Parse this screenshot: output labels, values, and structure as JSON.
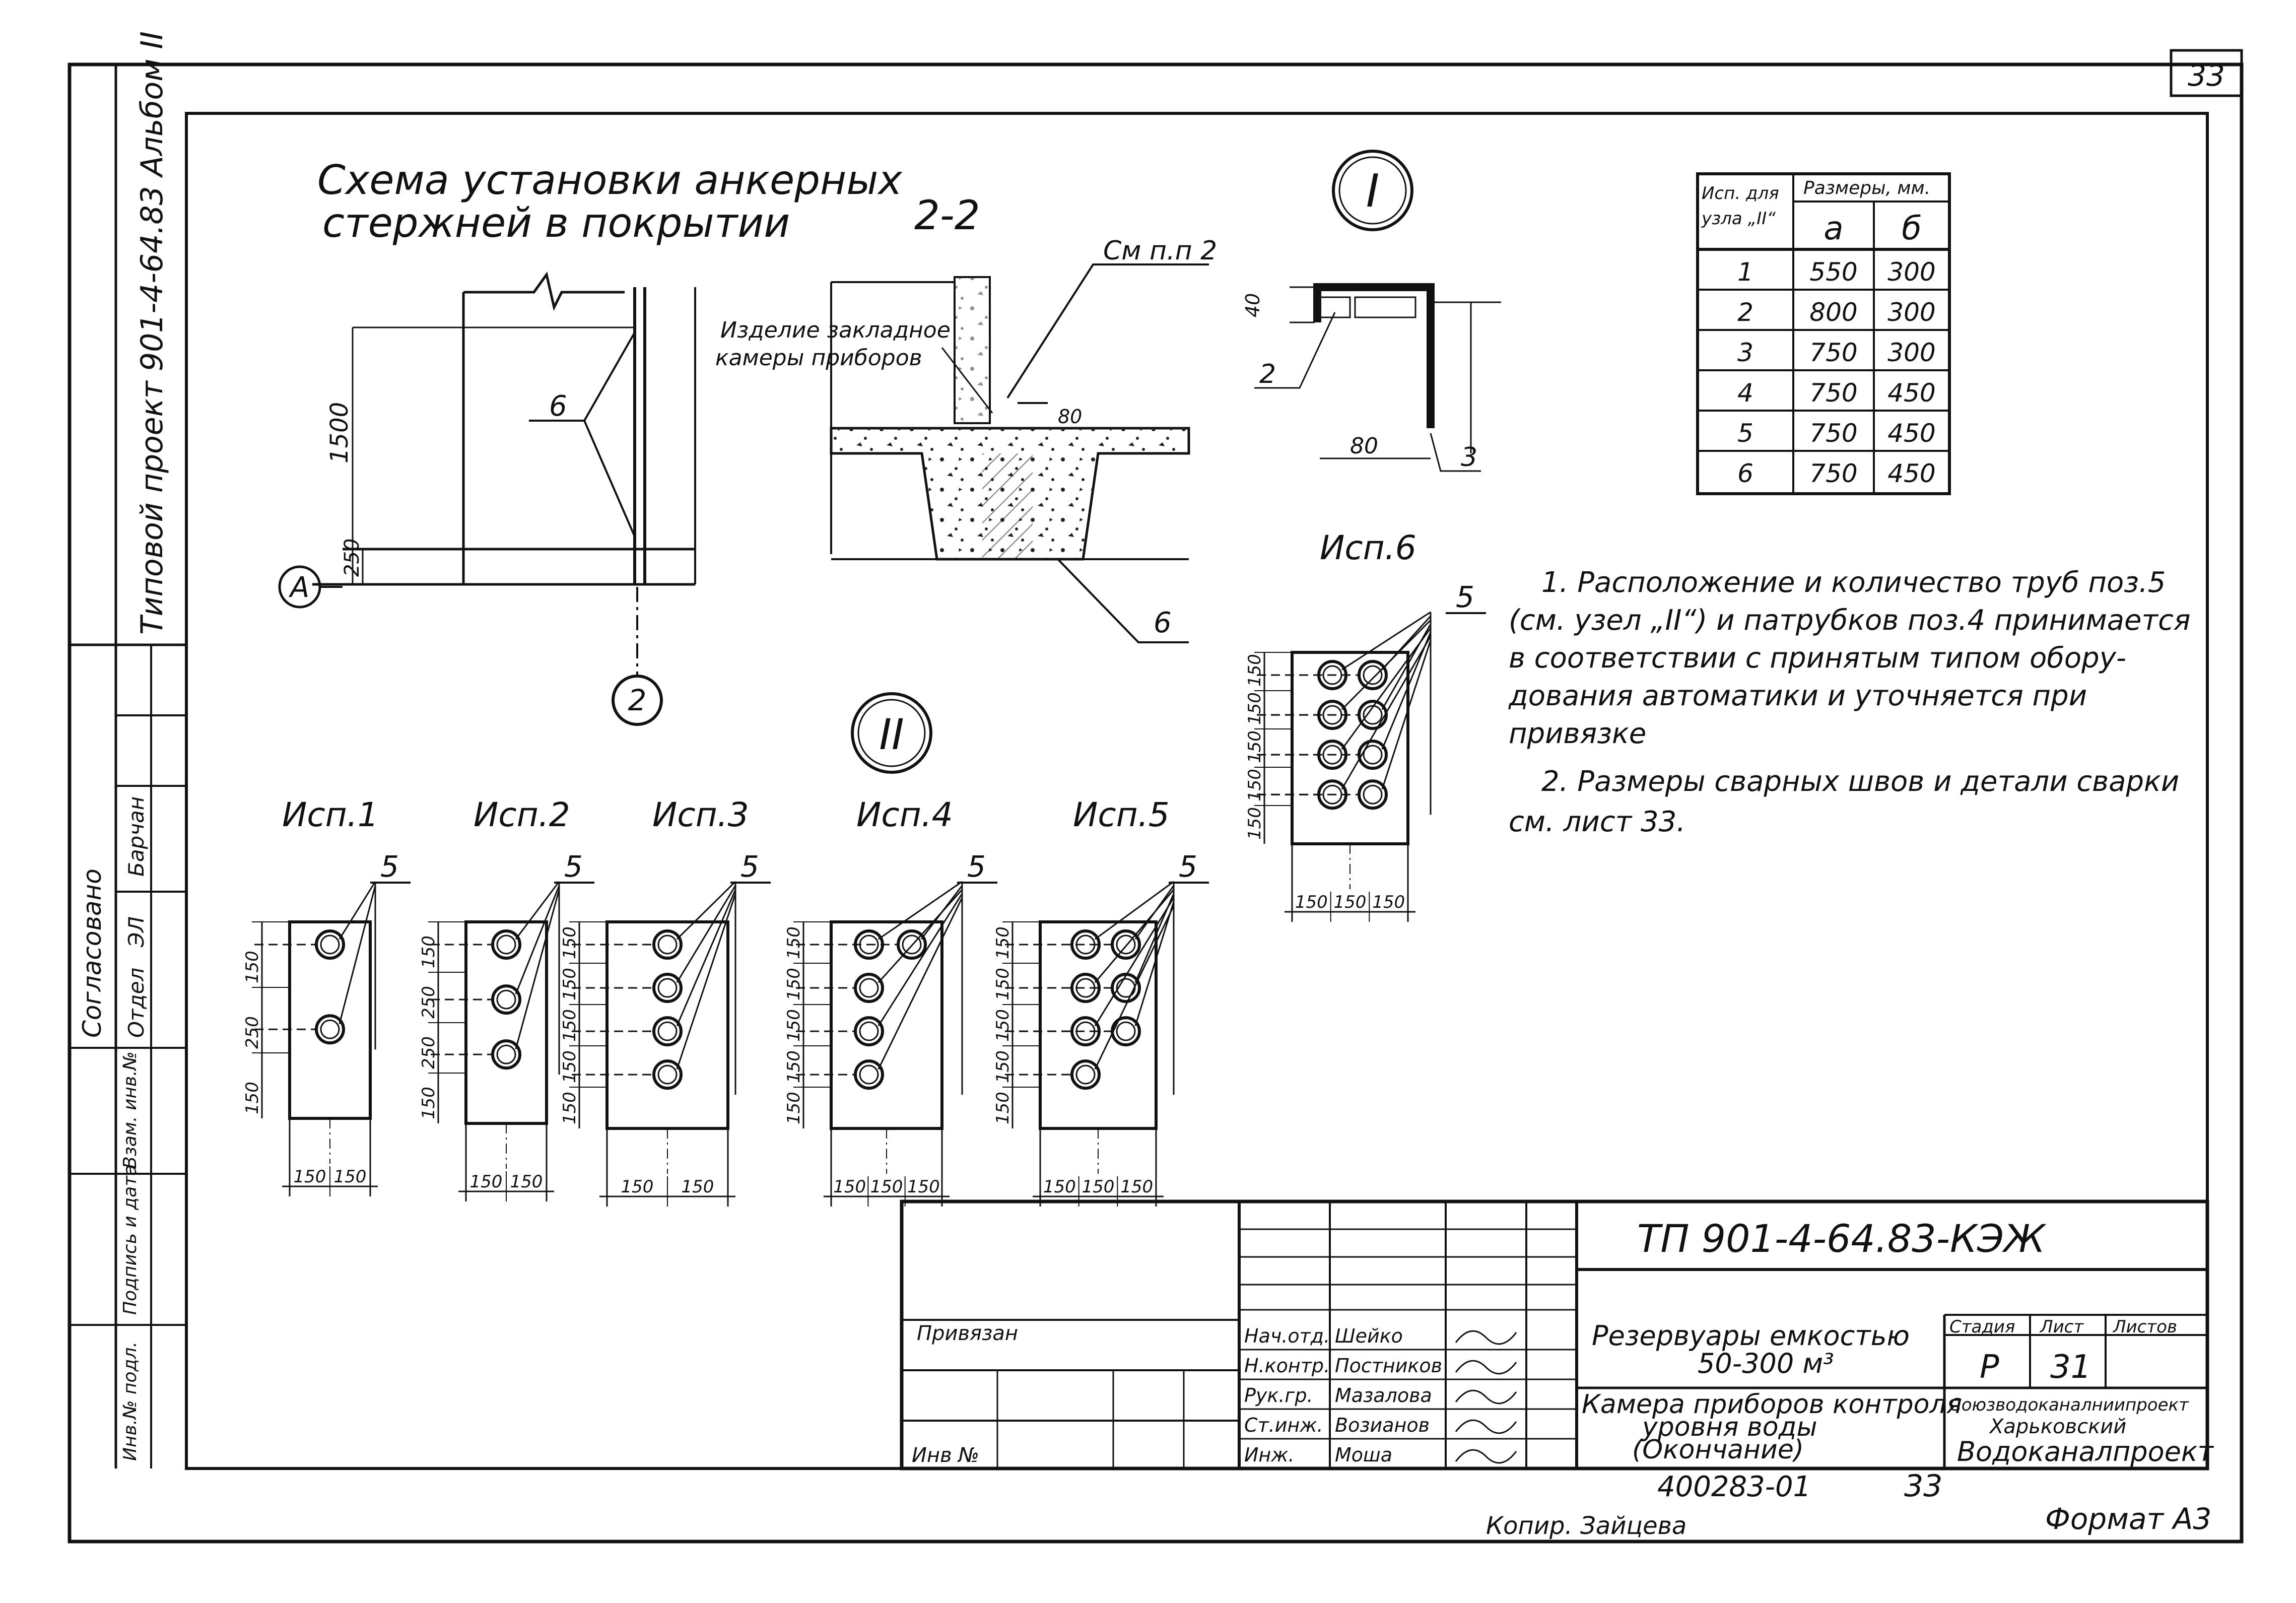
{
  "sheet": {
    "page_number": "33",
    "side_label": "Типовой проект 901-4-64.83 Альбом II",
    "copy_note": "Копир. Зайцева",
    "format": "Формат А3",
    "doc_code": "400283-01",
    "doc_code_num": "33"
  },
  "scheme": {
    "title_line1": "Схема установки анкерных",
    "title_line2": "стержней в покрытии",
    "dim_1500": "1500",
    "dim_250": "250",
    "label_6": "6",
    "axis_a": "А",
    "axis_2": "2"
  },
  "section22": {
    "title": "2-2",
    "note_ref": "См п.п 2",
    "embed_line1": "Изделие закладное",
    "embed_line2": "камеры приборов",
    "dim_80": "80",
    "label_6": "6"
  },
  "node1": {
    "label": "I",
    "dim_40": "40",
    "dim_80": "80",
    "pos_2": "2",
    "pos_3": "3"
  },
  "node2": {
    "label": "II"
  },
  "sizes_table": {
    "header_col1_line1": "Исп. для",
    "header_col1_line2": "узла „II“",
    "header_group": "Размеры, мм.",
    "header_a": "а",
    "header_b": "б",
    "rows": [
      {
        "isp": "1",
        "a": "550",
        "b": "300"
      },
      {
        "isp": "2",
        "a": "800",
        "b": "300"
      },
      {
        "isp": "3",
        "a": "750",
        "b": "300"
      },
      {
        "isp": "4",
        "a": "750",
        "b": "450"
      },
      {
        "isp": "5",
        "a": "750",
        "b": "450"
      },
      {
        "isp": "6",
        "a": "750",
        "b": "450"
      }
    ]
  },
  "variants": {
    "pos_label": "5",
    "isp1": {
      "title": "Исп.1",
      "vdims": [
        "150",
        "250",
        "150"
      ],
      "hdims": [
        "150",
        "150"
      ]
    },
    "isp2": {
      "title": "Исп.2",
      "vdims": [
        "150",
        "250",
        "250",
        "150"
      ],
      "hdims": [
        "150",
        "150"
      ]
    },
    "isp3": {
      "title": "Исп.3",
      "vdims": [
        "150",
        "150",
        "150",
        "150",
        "150"
      ],
      "hdims": [
        "150",
        "150"
      ]
    },
    "isp4": {
      "title": "Исп.4",
      "vdims": [
        "150",
        "150",
        "150",
        "150",
        "150"
      ],
      "hdims": [
        "150",
        "150",
        "150"
      ]
    },
    "isp5": {
      "title": "Исп.5",
      "vdims": [
        "150",
        "150",
        "150",
        "150",
        "150"
      ],
      "hdims": [
        "150",
        "150",
        "150"
      ]
    },
    "isp6": {
      "title": "Исп.6",
      "vdims": [
        "150",
        "150",
        "150",
        "150",
        "150"
      ],
      "hdims": [
        "150",
        "150",
        "150"
      ]
    }
  },
  "notes": {
    "n1_line1": "1. Расположение и количество труб поз.5",
    "n1_line2": "(см. узел „II“) и патрубков поз.4  принимается",
    "n1_line3": "в соответствии с принятым типом обору-",
    "n1_line4": "дования автоматики и уточняется  при",
    "n1_line5": "привязке",
    "n2_line1": "2. Размеры сварных швов и детали сварки",
    "n2_line2": "см. лист 33."
  },
  "left_strip": {
    "agreed": "Согласовано",
    "dept": "Отдел",
    "dept_val": "ЭЛ",
    "name": "Барчан",
    "inv_orig": "Инв.№ подл.",
    "sign_date": "Подпись и дата",
    "inv_replace": "Взам. инв.№"
  },
  "title_block": {
    "code": "ТП 901-4-64.83-КЭЖ",
    "bound": "Привязан",
    "inv": "Инв №",
    "object_line1": "Резервуары емкостью",
    "object_line2": "50-300 м³",
    "sheet_line1": "Камера приборов контроля",
    "sheet_line2": "уровня воды",
    "sheet_line3": "(Окончание)",
    "stage_h": "Стадия",
    "sheet_h": "Лист",
    "sheets_h": "Листов",
    "stage": "Р",
    "sheet_no": "31",
    "org_line1": "Союзводоканалниипроект",
    "org_line2": "Харьковский",
    "org_line3": "Водоканалпроект",
    "roles": [
      {
        "role": "Нач.отд.",
        "name": "Шейко"
      },
      {
        "role": "Н.контр.",
        "name": "Постников"
      },
      {
        "role": "Рук.гр.",
        "name": "Мазалова"
      },
      {
        "role": "Ст.инж.",
        "name": "Возианов"
      },
      {
        "role": "Инж.",
        "name": "Моша"
      }
    ]
  }
}
